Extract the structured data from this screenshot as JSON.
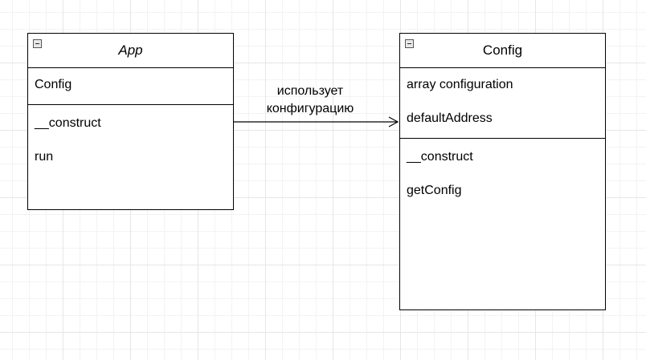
{
  "classes": {
    "app": {
      "name": "App",
      "attributes": [
        "Config"
      ],
      "operations": [
        "__construct",
        "run"
      ]
    },
    "config": {
      "name": "Config",
      "attributes": [
        "array configuration",
        "defaultAddress"
      ],
      "operations": [
        "__construct",
        "getConfig"
      ]
    }
  },
  "association": {
    "label_line1": "использует",
    "label_line2": "конфигурацию"
  },
  "icons": {
    "collapse": "minus-square-icon"
  }
}
